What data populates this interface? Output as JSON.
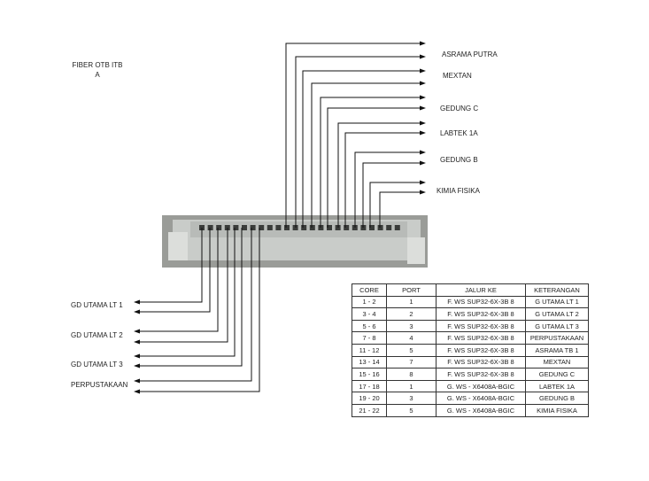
{
  "title": {
    "line1": "FIBER OTB ITB",
    "line2": "A"
  },
  "top_labels": [
    "ASRAMA PUTRA",
    "MEXTAN",
    "GEDUNG C",
    "LABTEK 1A",
    "GEDUNG B",
    "KIMIA FISIKA"
  ],
  "bottom_labels": [
    "GD UTAMA LT 1",
    "GD UTAMA LT 2",
    "GD UTAMA LT 3",
    "PERPUSTAKAAN"
  ],
  "table": {
    "headers": [
      "CORE",
      "PORT",
      "JALUR KE",
      "KETERANGAN"
    ],
    "rows": [
      [
        "1 - 2",
        "1",
        "F. WS SUP32-6X-3B 8",
        "G UTAMA LT 1"
      ],
      [
        "3 - 4",
        "2",
        "F. WS SUP32-6X-3B 8",
        "G UTAMA LT 2"
      ],
      [
        "5 - 6",
        "3",
        "F. WS SUP32-6X-3B 8",
        "G UTAMA LT 3"
      ],
      [
        "7 - 8",
        "4",
        "F. WS SUP32-6X-3B 8",
        "PERPUSTAKAAN"
      ],
      [
        "11 - 12",
        "5",
        "F. WS SUP32-6X-3B 8",
        "ASRAMA TB 1"
      ],
      [
        "13 - 14",
        "7",
        "F. WS SUP32-6X-3B 8",
        "MEXTAN"
      ],
      [
        "15 - 16",
        "8",
        "F. WS SUP32-6X-3B 8",
        "GEDUNG C"
      ],
      [
        "17 - 18",
        "1",
        "G. WS - X6408A-BGIC",
        "LABTEK 1A"
      ],
      [
        "19 - 20",
        "3",
        "G. WS - X6408A-BGIC",
        "GEDUNG B"
      ],
      [
        "21 - 22",
        "5",
        "G. WS - X6408A-BGIC",
        "KIMIA FISIKA"
      ]
    ]
  }
}
